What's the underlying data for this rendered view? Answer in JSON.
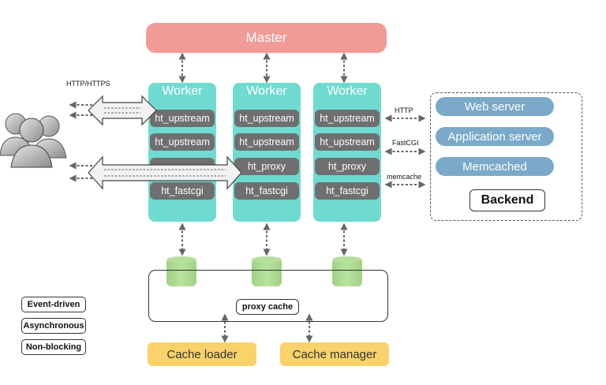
{
  "master": {
    "label": "Master"
  },
  "workers": [
    {
      "title": "Worker",
      "modules": [
        "ht_upstream",
        "ht_upstream",
        "",
        "ht_fastcgi"
      ]
    },
    {
      "title": "Worker",
      "modules": [
        "ht_upstream",
        "ht_upstream",
        "ht_proxy",
        "ht_fastcgi"
      ]
    },
    {
      "title": "Worker",
      "modules": [
        "ht_upstream",
        "ht_upstream",
        "ht_proxy",
        "ht_fastcgi"
      ]
    }
  ],
  "client": {
    "protocol_label": "HTTP/HTTPS"
  },
  "backend": {
    "label": "Backend",
    "servers": [
      "Web server",
      "Application server",
      "Memcached"
    ],
    "protocols": [
      "HTTP",
      "FastCGI",
      "memcache"
    ]
  },
  "cache": {
    "label": "proxy cache",
    "loader": "Cache loader",
    "manager": "Cache manager"
  },
  "features": [
    "Event-driven",
    "Asynchronous",
    "Non-blocking"
  ],
  "colors": {
    "master": "#f19b97",
    "worker": "#6fdbd0",
    "module": "#6f6f6f",
    "backend_server": "#7aa9c9",
    "cache_process": "#f9d26a",
    "cache_store": "#a8d58a",
    "arrow": "#666666"
  },
  "icons": [
    "users-icon",
    "double-arrow-icon",
    "cache-cylinder-icon"
  ]
}
